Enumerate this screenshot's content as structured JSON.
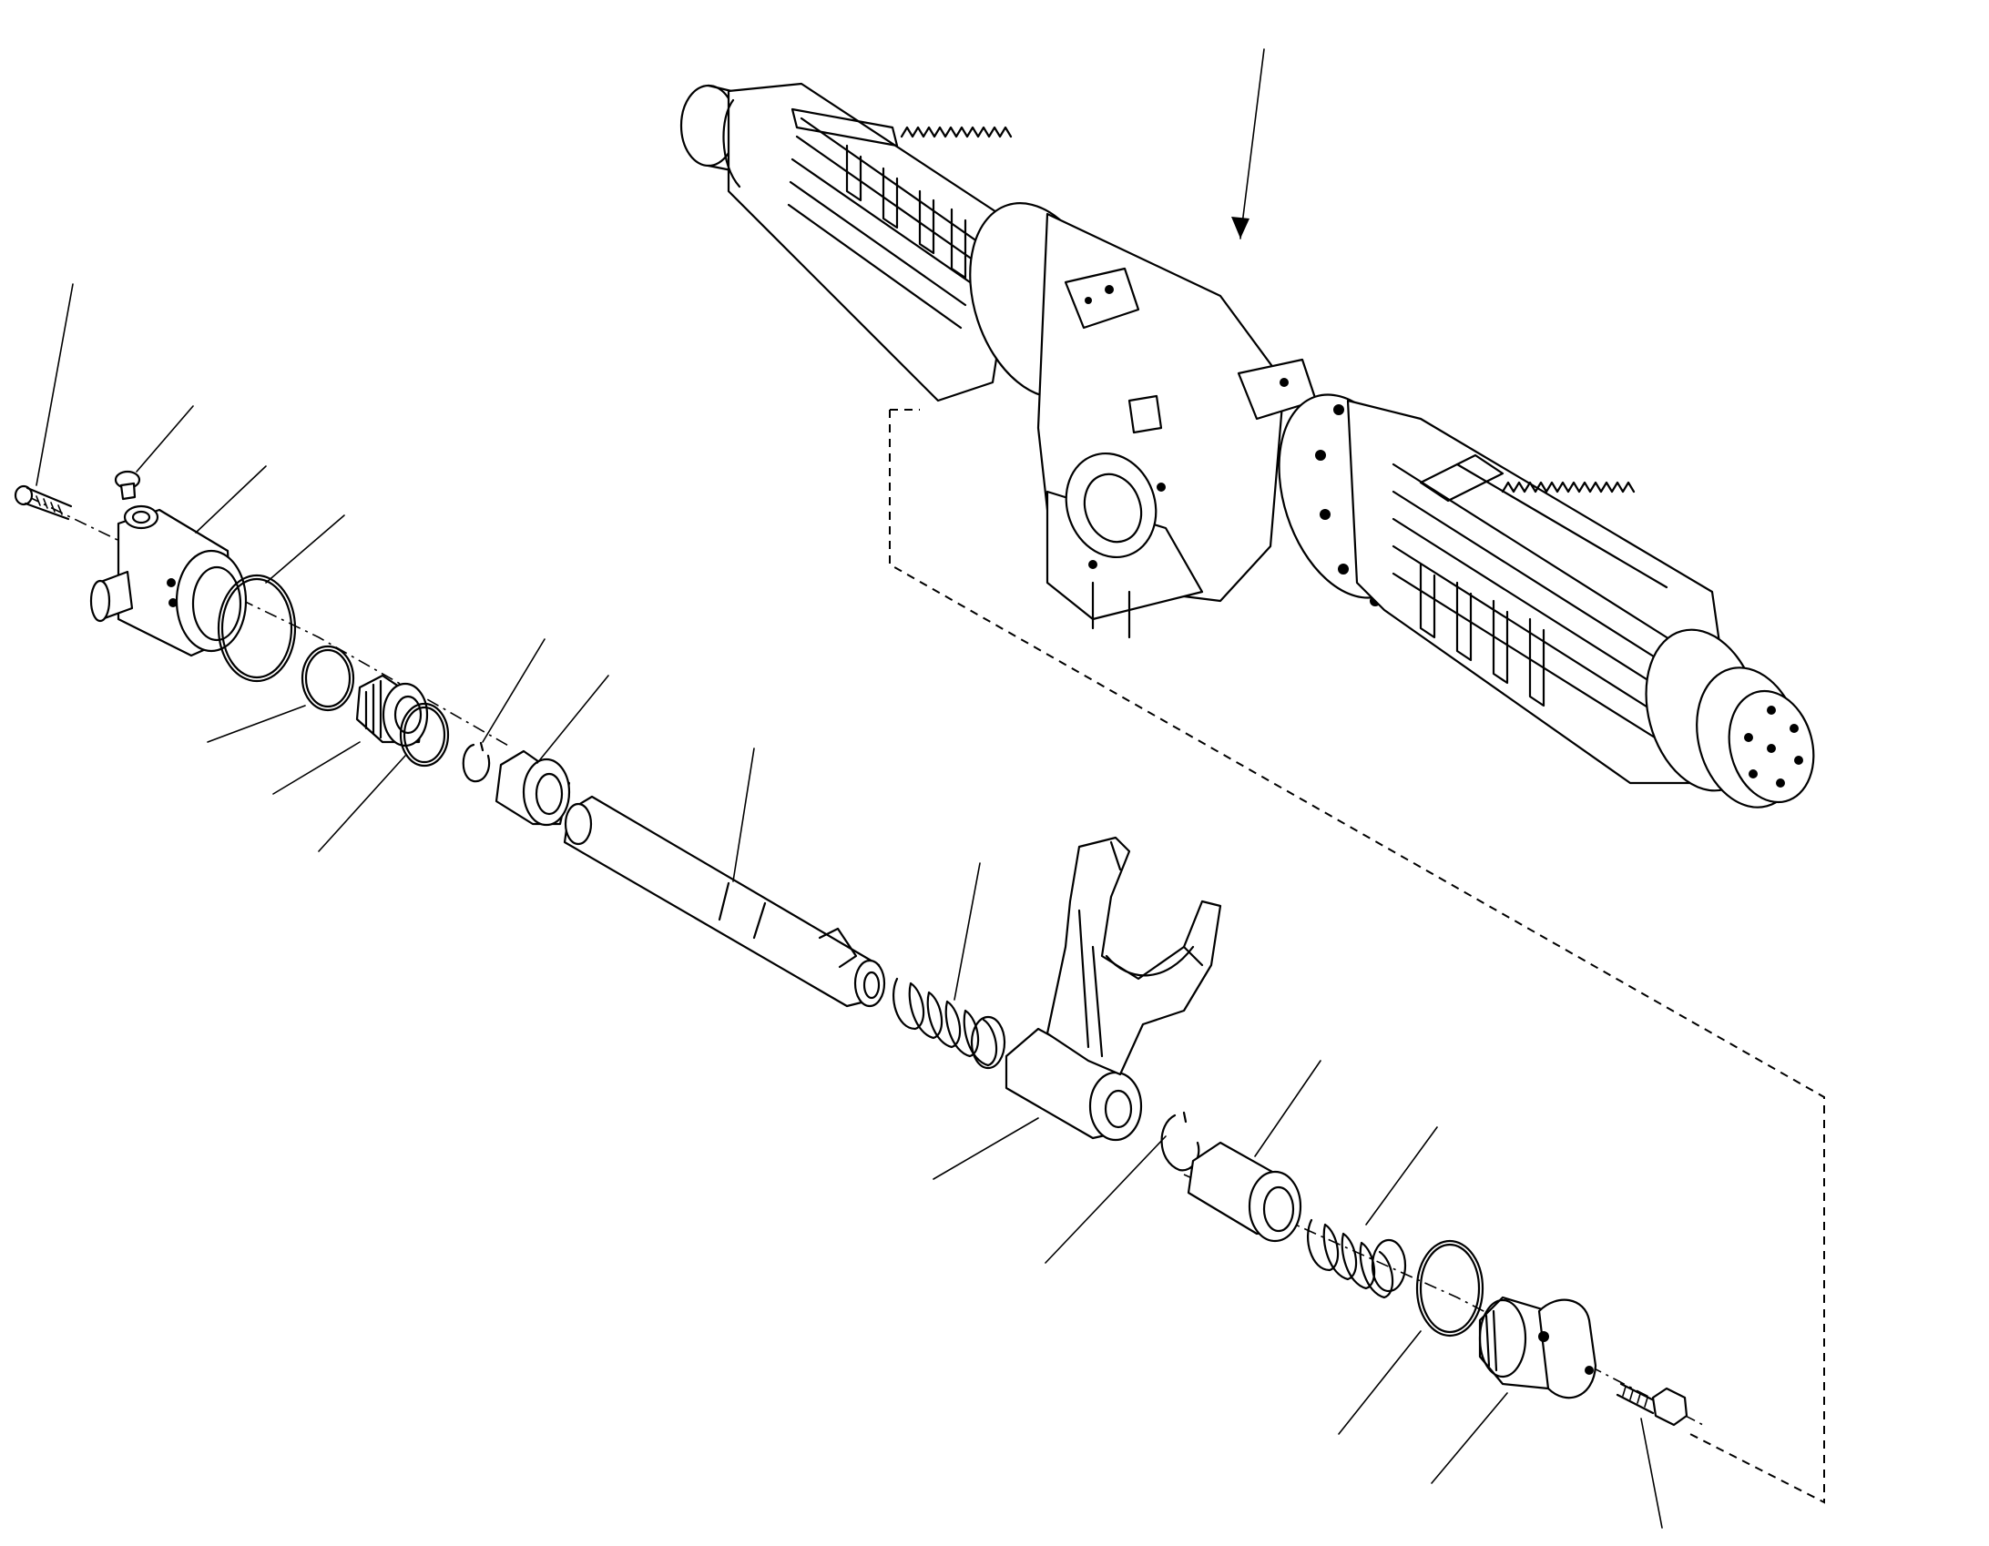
{
  "diagram": {
    "type": "exploded-parts-view",
    "labels": [],
    "components": [
      {
        "id": "axle-housing",
        "icon": "axle-housing-drawing"
      },
      {
        "id": "housing-cap-bolt",
        "icon": "bolt-icon"
      },
      {
        "id": "small-plug-screw",
        "icon": "screw-icon"
      },
      {
        "id": "cylinder-housing",
        "icon": "cylinder-housing-drawing"
      },
      {
        "id": "large-o-ring",
        "icon": "o-ring-icon"
      },
      {
        "id": "o-ring-left",
        "icon": "o-ring-icon"
      },
      {
        "id": "piston",
        "icon": "piston-icon"
      },
      {
        "id": "piston-o-ring",
        "icon": "o-ring-icon"
      },
      {
        "id": "snap-ring-left",
        "icon": "snap-ring-icon"
      },
      {
        "id": "spacer-sleeve-left",
        "icon": "sleeve-icon"
      },
      {
        "id": "shift-shaft",
        "icon": "shaft-icon"
      },
      {
        "id": "spring-left",
        "icon": "spring-icon"
      },
      {
        "id": "shift-fork",
        "icon": "fork-icon"
      },
      {
        "id": "snap-ring-right",
        "icon": "snap-ring-icon"
      },
      {
        "id": "spacer-sleeve-right",
        "icon": "sleeve-icon"
      },
      {
        "id": "spring-right",
        "icon": "spring-icon"
      },
      {
        "id": "cover-o-ring",
        "icon": "o-ring-icon"
      },
      {
        "id": "end-cover",
        "icon": "end-cover-icon"
      },
      {
        "id": "hex-bolt",
        "icon": "bolt-icon"
      }
    ]
  }
}
